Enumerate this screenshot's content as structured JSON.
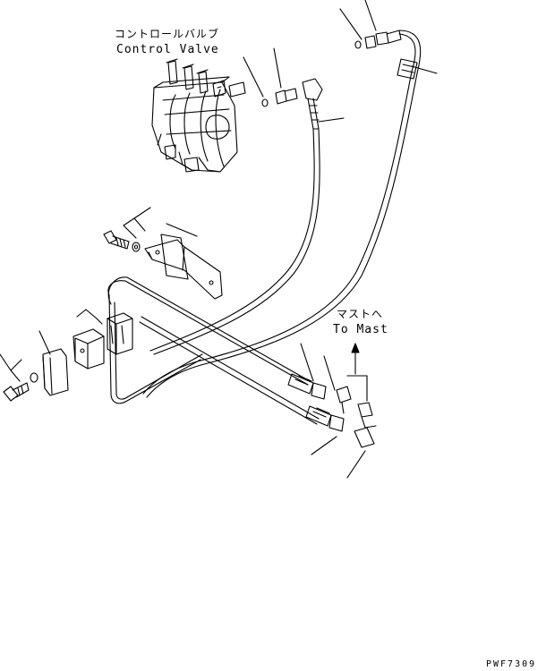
{
  "labels": {
    "control_valve_jp": "コントロールバルブ",
    "control_valve_en": "Control Valve",
    "to_mast_jp": "マストへ",
    "to_mast_en": "To Mast",
    "drawing_code": "PWF7309"
  }
}
